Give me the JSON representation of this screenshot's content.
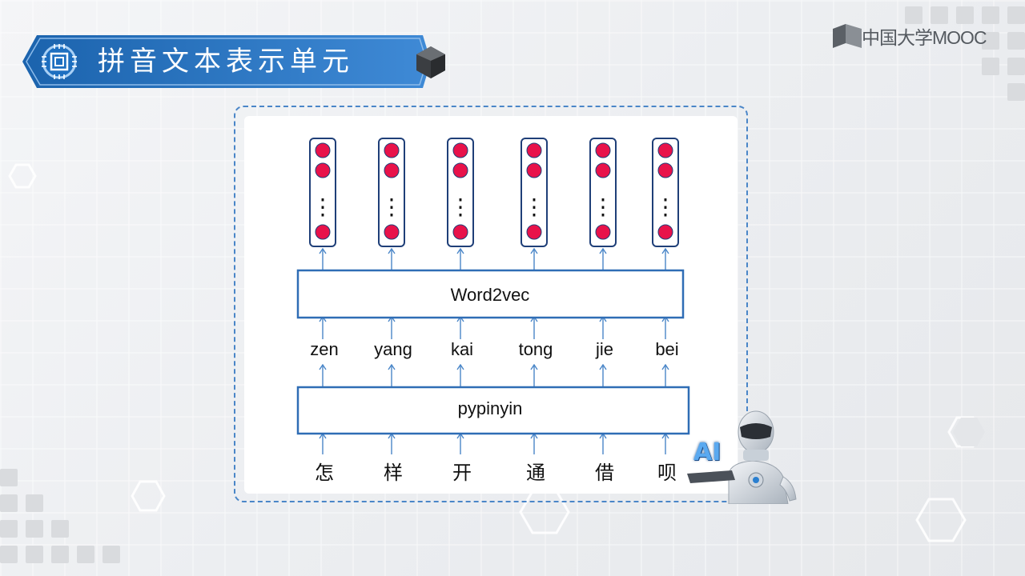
{
  "title": "拼音文本表示单元",
  "logo": {
    "text": "中国大学MOOC"
  },
  "diagram": {
    "word2vec_label": "Word2vec",
    "pypinyin_label": "pypinyin",
    "pinyin": [
      "zen",
      "yang",
      "kai",
      "tong",
      "jie",
      "bei"
    ],
    "characters": [
      "怎",
      "样",
      "开",
      "通",
      "借",
      "呗"
    ],
    "vector_ellipsis": "⋮",
    "colors": {
      "arrow": "#4a86c8",
      "box_border": "#2f6db5",
      "node": "#e8124a",
      "node_border": "#1f3f78"
    }
  },
  "robot_badge": "AI"
}
